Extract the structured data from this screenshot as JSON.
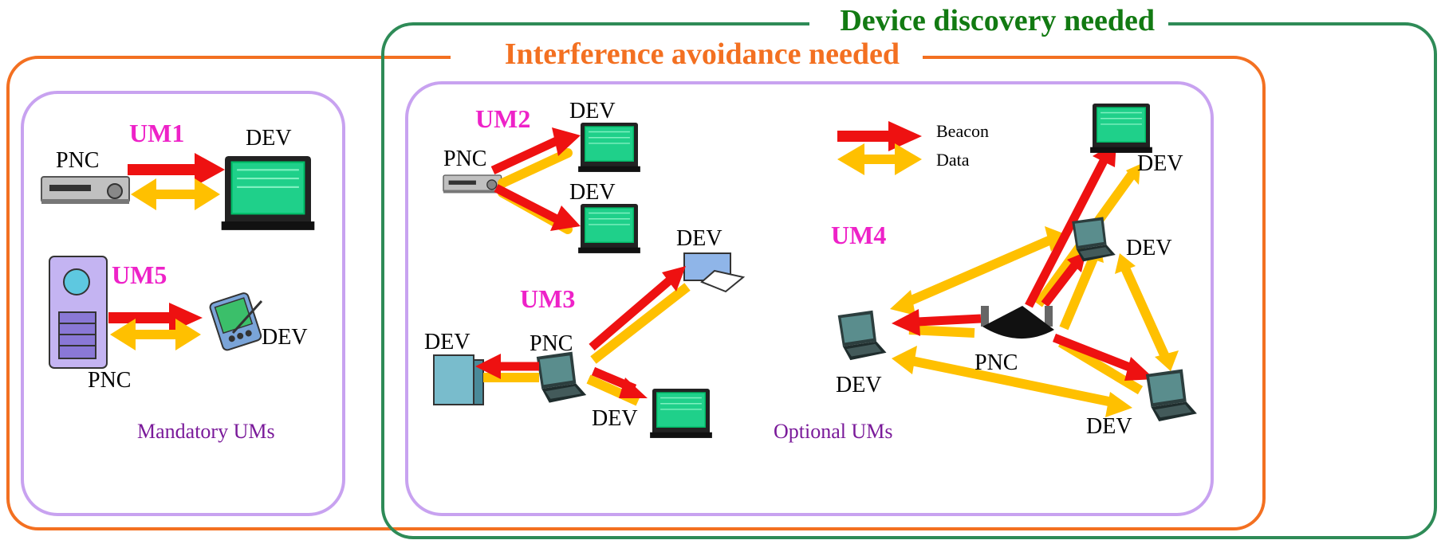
{
  "headers": {
    "device_discovery": "Device discovery needed",
    "interference_avoidance": "Interference avoidance needed"
  },
  "captions": {
    "mandatory": "Mandatory UMs",
    "optional": "Optional UMs"
  },
  "usage_models": {
    "um1": "UM1",
    "um2": "UM2",
    "um3": "UM3",
    "um4": "UM4",
    "um5": "UM5"
  },
  "device_labels": {
    "pnc": "PNC",
    "dev": "DEV"
  },
  "legend": {
    "beacon": "Beacon",
    "data": "Data"
  },
  "colors": {
    "green_box": "#2e8b57",
    "green_text": "#127a12",
    "orange_box": "#f37021",
    "orange_text": "#f37021",
    "purple_box": "#c8a2f0",
    "um_label": "#ee22c8",
    "caption": "#7a1a9a",
    "beacon_arrow": "#ee1111",
    "data_arrow": "#ffc000"
  },
  "icons": {
    "vcr": "vcr-icon",
    "monitor": "monitor-icon",
    "laptop": "laptop-icon",
    "printer": "printer-icon",
    "tower_pc": "tower-pc-icon",
    "pda": "pda-icon",
    "server": "server-icon",
    "access_point": "access-point-icon"
  }
}
